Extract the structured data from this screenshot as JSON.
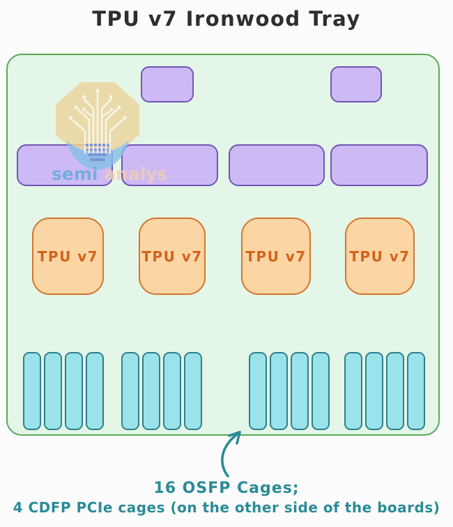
{
  "title": "TPU v7 Ironwood Tray",
  "watermark": {
    "brand_semi": "semi",
    "brand_analysis": "analysis"
  },
  "tray": {
    "top_connector_count": 2,
    "board_count": 4,
    "tpus": [
      {
        "label": "TPU v7"
      },
      {
        "label": "TPU v7"
      },
      {
        "label": "TPU v7"
      },
      {
        "label": "TPU v7"
      }
    ],
    "osfp_cage_groups": [
      4,
      4,
      4,
      4
    ],
    "osfp_cage_total": 16
  },
  "annotation": {
    "line1": "16 OSFP Cages;",
    "line2": "4 CDFP PCIe cages (on the other side of the boards)"
  },
  "colors": {
    "tray_fill": "#e4f6e7",
    "tray_border": "#57a85c",
    "module_fill": "#cdbaf4",
    "module_border": "#6f55b5",
    "tpu_fill": "#fbd6a4",
    "tpu_border": "#d2762f",
    "tpu_text": "#d4621c",
    "cage_fill": "#9be3ea",
    "cage_border": "#2e7f8d",
    "annotation_teal": "#2a8b96",
    "title_text": "#2e2e2e",
    "watermark_octagon": "#ecd49c",
    "watermark_blue": "#86c0e8"
  }
}
